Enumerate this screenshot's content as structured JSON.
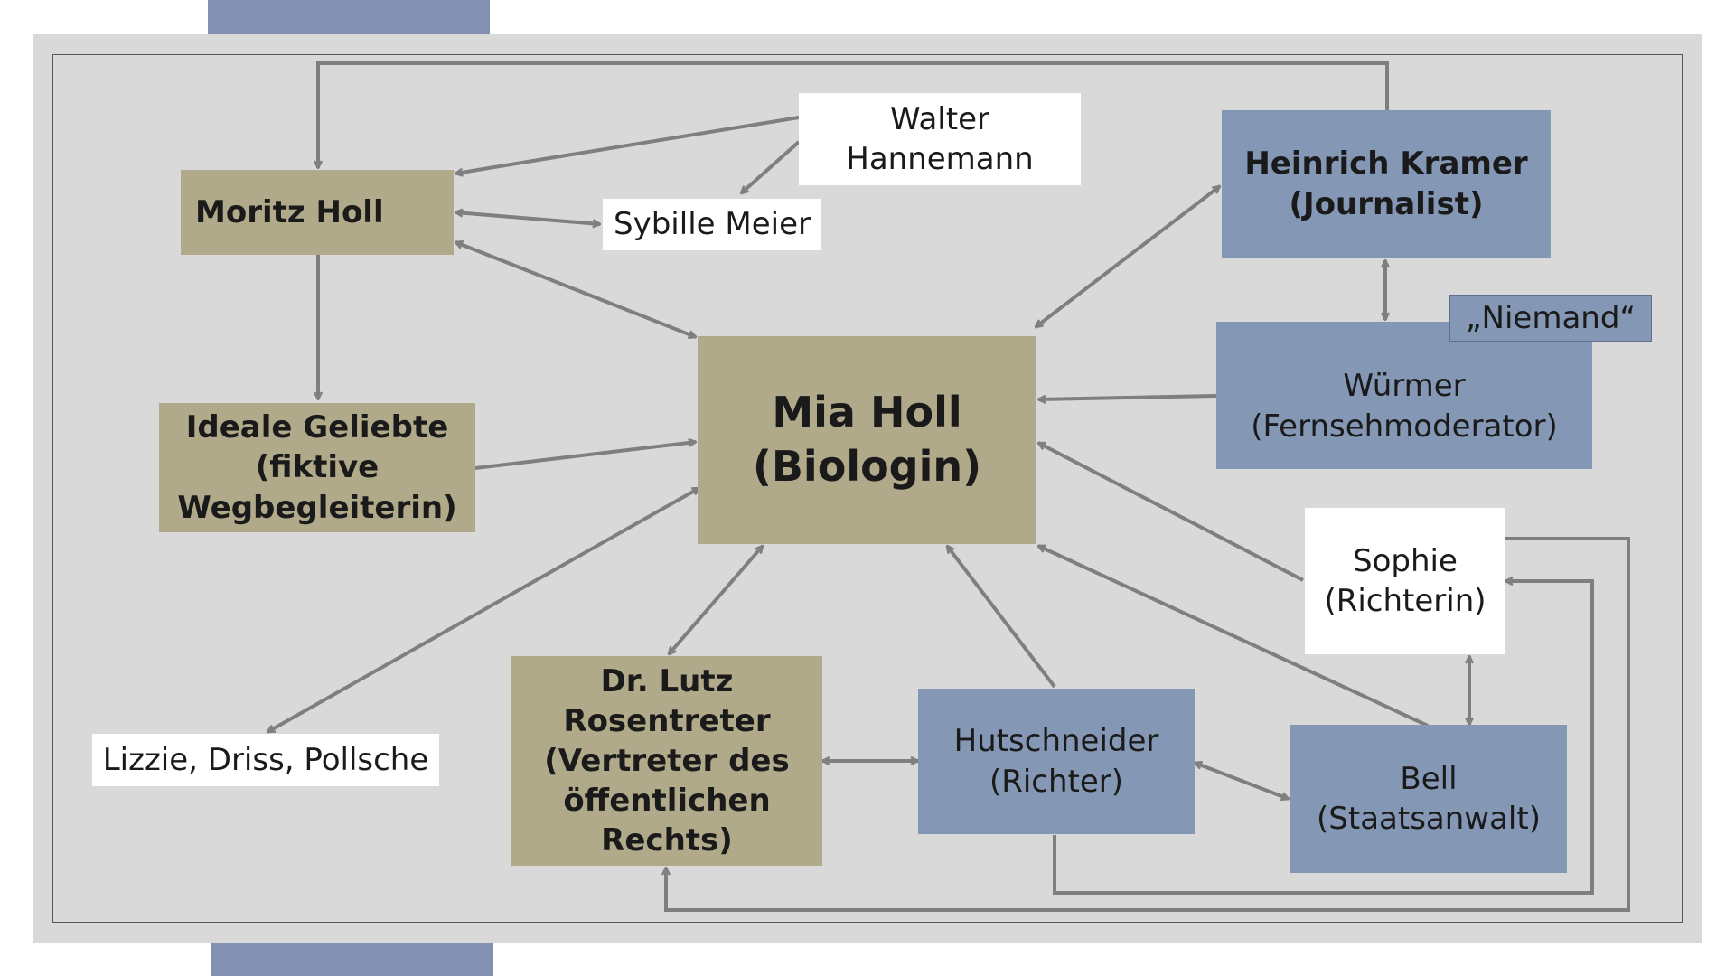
{
  "colors": {
    "khaki": "#b0aa8a",
    "blue": "#8497b4",
    "white": "#ffffff",
    "panel": "#d9d9d9",
    "arrow": "#7f7f7f",
    "accent_tabs": "#8390b2"
  },
  "nodes": {
    "mia": "Mia Holl\n(Biologin)",
    "moritz": "Moritz Holl",
    "ideale": "Ideale Geliebte\n(fiktive\nWegbegleiterin)",
    "lutz": "Dr. Lutz\nRosentreter\n(Vertreter des\nöffentlichen\nRechts)",
    "walter": "Walter\nHannemann",
    "sybille": "Sybille Meier",
    "lizzie": "Lizzie, Driss, Pollsche",
    "kramer": "Heinrich Kramer\n(Journalist)",
    "wuermer": "Würmer\n(Fernsehmoderator)",
    "niemand": "„Niemand“",
    "sophie": "Sophie\n(Richterin)",
    "hutschneider": "Hutschneider\n(Richter)",
    "bell": "Bell\n(Staatsanwalt)"
  }
}
